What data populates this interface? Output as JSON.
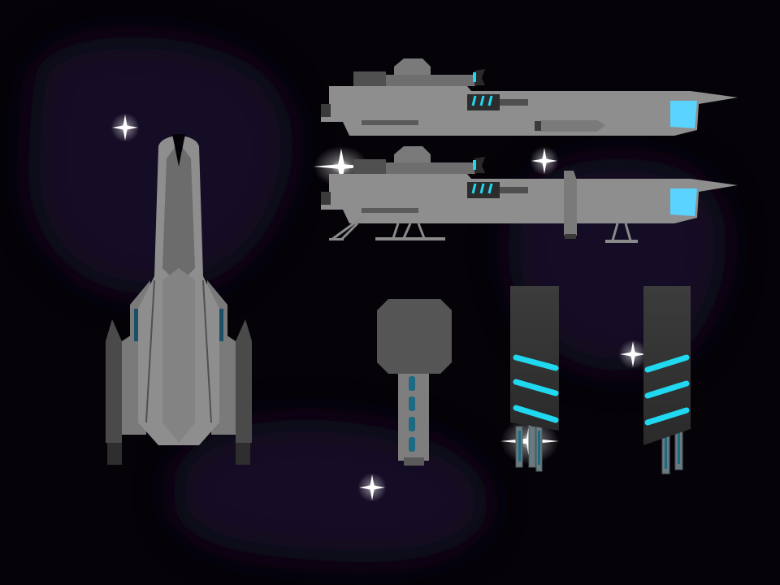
{
  "scene": {
    "background_color": "#050308",
    "nebula_color": "#1b1228",
    "hull_color": "#7a7a7a",
    "hull_light_color": "#8e8e8e",
    "hull_dark_color": "#4a4a4a",
    "accent_glow_color": "#20d8f0",
    "engine_glow_color": "#5ad4ff",
    "star_color": "#ffffff"
  },
  "sprites": [
    {
      "name": "fighter-ship-top-view",
      "icon": "spaceship-top-icon"
    },
    {
      "name": "cruiser-ship-side-view",
      "icon": "spaceship-side-icon"
    },
    {
      "name": "cruiser-ship-landing-view",
      "icon": "spaceship-landed-icon"
    },
    {
      "name": "engine-pod",
      "icon": "engine-pod-icon"
    },
    {
      "name": "thruster-panel-left",
      "icon": "thruster-panel-icon"
    },
    {
      "name": "thruster-panel-right",
      "icon": "thruster-panel-icon"
    }
  ]
}
